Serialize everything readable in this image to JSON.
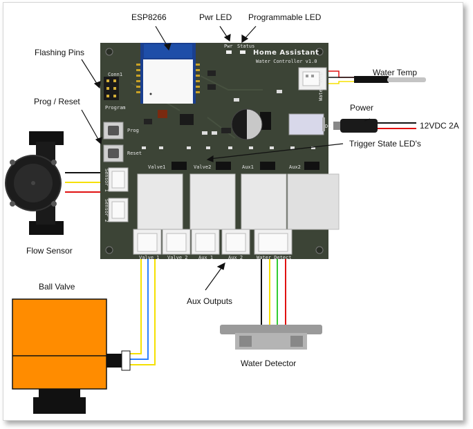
{
  "labels": {
    "esp": "ESP8266",
    "pwr_led": "Pwr LED",
    "prog_led": "Programmable LED",
    "flashing": "Flashing Pins",
    "prog_reset": "Prog / Reset",
    "water_temp": "Water Temp",
    "power": "Power",
    "voltage": "12VDC 2A",
    "trigger": "Trigger State LED's",
    "flow_sensor": "Flow Sensor",
    "ball_valve": "Ball Valve",
    "aux_outputs": "Aux Outputs",
    "water_detector": "Water Detector"
  },
  "board": {
    "title": "Home Assistant",
    "subtitle": "Water Controller v1.0",
    "pwr": "Pwr",
    "status": "Status",
    "conn1": "Conn1",
    "program": "Program",
    "prog": "Prog",
    "reset": "Reset",
    "temp_label": "Water Temp",
    "dc": "DC",
    "sensor1": "Sensor 1",
    "sensor2": "Sensor 2",
    "relays": [
      "Valve1",
      "Valve2",
      "Aux1",
      "Aux2"
    ],
    "ports": [
      "Valve 1",
      "Valve 2",
      "Aux 1",
      "Aux 2",
      "Water Detect"
    ]
  },
  "colors": {
    "pcb": "#3c4436",
    "relay": "#e8e8e8",
    "valve": "#ff8c00",
    "wire_yellow": "#f5e000",
    "wire_blue": "#2a7fff",
    "wire_red": "#e01010",
    "wire_green": "#33cc33",
    "wire_black": "#111111"
  }
}
